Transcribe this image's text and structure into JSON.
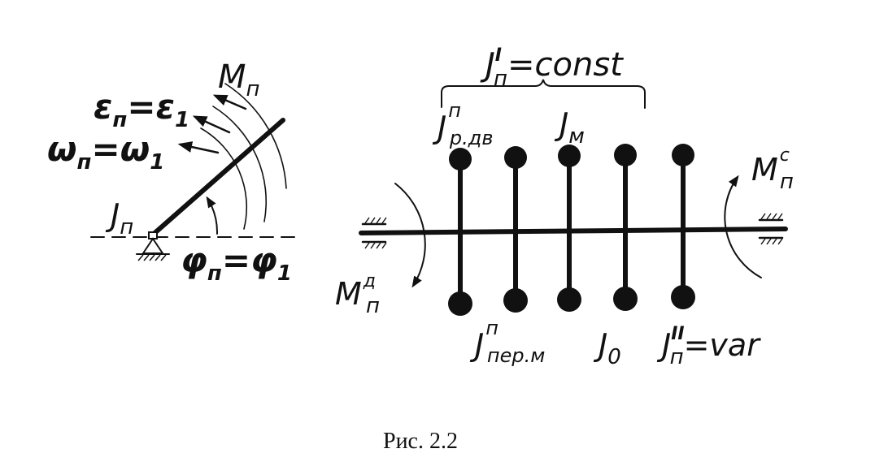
{
  "left_diagram": {
    "moment_label": {
      "base": "M",
      "sub": "п"
    },
    "epsilon_label": {
      "lhs": "ε",
      "lhs_sub": "п",
      "eq": "=",
      "rhs": "ε",
      "rhs_sub": "1"
    },
    "omega_label": {
      "lhs": "ω",
      "lhs_sub": "п",
      "eq": "=",
      "rhs": "ω",
      "rhs_sub": "1"
    },
    "inertia_label": {
      "base": "J",
      "sub": "п"
    },
    "phi_label": {
      "lhs": "φ",
      "lhs_sub": "п",
      "eq": "=",
      "rhs": "φ",
      "rhs_sub": "1"
    }
  },
  "right_diagram": {
    "const_label": {
      "base": "J",
      "sup": "I",
      "sub": "п",
      "tail": "=const"
    },
    "top_labels": {
      "j_rdv": {
        "base": "J",
        "sup": "п",
        "sub": "р.дв"
      },
      "j_m": {
        "base": "J",
        "sub": "м"
      }
    },
    "bottom_labels": {
      "j_per": {
        "base": "J",
        "sup": "п",
        "sub": "пер.м"
      },
      "j_0": {
        "base": "J",
        "sub": "0"
      },
      "j_var": {
        "base": "J",
        "sup": "II",
        "sub": "п",
        "tail": "=var"
      }
    },
    "moment_drive": {
      "base": "M",
      "sup": "д",
      "sub": "п"
    },
    "moment_resist": {
      "base": "M",
      "sup": "с",
      "sub": "п"
    }
  },
  "caption": "Рис. 2.2"
}
